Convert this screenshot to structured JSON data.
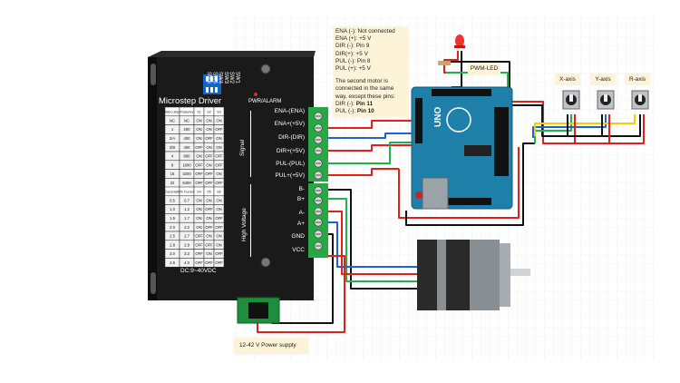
{
  "driver": {
    "title": "Microstep Driver",
    "switch_labels": [
      "SW6",
      "SW5",
      "SW4",
      "SW3",
      "SW2",
      "SW1"
    ],
    "pwr_alarm": "PWR/ALARM",
    "signal_label": "Signal",
    "high_voltage_label": "High Voltage",
    "dc_label": "DC:9~40VDC",
    "micro_table": {
      "headers": [
        "Micro step",
        "Pulse/rev",
        "S1",
        "S2",
        "S3"
      ],
      "rows": [
        [
          "NC",
          "NC",
          "ON",
          "ON",
          "ON"
        ],
        [
          "1",
          "200",
          "ON",
          "ON",
          "OFF"
        ],
        [
          "2/A",
          "400",
          "ON",
          "OFF",
          "ON"
        ],
        [
          "2/B",
          "400",
          "OFF",
          "ON",
          "ON"
        ],
        [
          "4",
          "800",
          "ON",
          "OFF",
          "OFF"
        ],
        [
          "8",
          "1600",
          "OFF",
          "ON",
          "OFF"
        ],
        [
          "16",
          "3200",
          "OFF",
          "OFF",
          "ON"
        ],
        [
          "32",
          "6400",
          "OFF",
          "OFF",
          "OFF"
        ]
      ]
    },
    "current_table": {
      "headers": [
        "Current(A)",
        "PK Current",
        "S4",
        "S5",
        "S6"
      ],
      "rows": [
        [
          "0.5",
          "0.7",
          "ON",
          "ON",
          "ON"
        ],
        [
          "1.0",
          "1.2",
          "ON",
          "OFF",
          "ON"
        ],
        [
          "1.5",
          "1.7",
          "ON",
          "ON",
          "OFF"
        ],
        [
          "2.0",
          "2.2",
          "ON",
          "OFF",
          "OFF"
        ],
        [
          "2.5",
          "2.7",
          "OFF",
          "ON",
          "ON"
        ],
        [
          "2.8",
          "2.9",
          "OFF",
          "OFF",
          "ON"
        ],
        [
          "3.0",
          "3.2",
          "OFF",
          "ON",
          "OFF"
        ],
        [
          "3.5",
          "4.0",
          "OFF",
          "OFF",
          "OFF"
        ]
      ]
    },
    "terminal_labels": [
      "ENA-(ENA)",
      "ENA+(+5V)",
      "DIR-(DIR)",
      "DIR+(+5V)",
      "PUL-(PUL)",
      "PUL+(+5V)",
      "B-",
      "B+",
      "A-",
      "A+",
      "GND",
      "VCC"
    ]
  },
  "note": {
    "lines": [
      "ENA (-): Not connected",
      "ENA (+): +5 V",
      "DIR (-): Pin  9",
      "DIR(+): +5 V",
      "PUL (-): Pin 8",
      "PUL (+): +5 V"
    ],
    "para": "The second motor is connected in the same way, except these pins:",
    "pin_lines": [
      {
        "prefix": "DIR (-): ",
        "pin": "Pin 11"
      },
      {
        "prefix": "PUL (-): ",
        "pin": "Pin 10"
      }
    ]
  },
  "labels": {
    "pwm_led": "PWM-LED",
    "x_axis": "X-axis",
    "y_axis": "Y-axis",
    "r_axis": "R-axis",
    "power_supply": "12-42 V Power supply",
    "arduino": "UNO"
  },
  "colors": {
    "red": "#e0201b",
    "black": "#111111",
    "green": "#22b14c",
    "blue": "#2060d8",
    "yellow": "#f2d000",
    "driver_body": "#1c1c1c",
    "terminal_green": "#27a845",
    "arduino_blue": "#1e7fa8",
    "note_bg": "#fdf3d8"
  }
}
